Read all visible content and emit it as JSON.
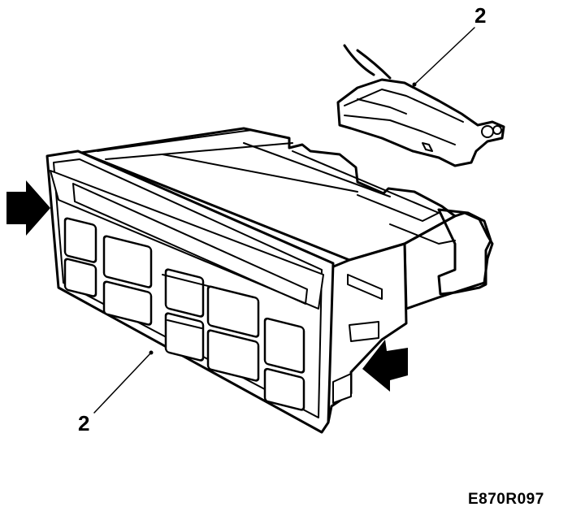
{
  "callouts": {
    "connector_label": "2",
    "panel_label": "2"
  },
  "figure_code": "E870R097",
  "icons": {
    "arrows": [
      "press-arrow-left",
      "press-arrow-right"
    ]
  }
}
